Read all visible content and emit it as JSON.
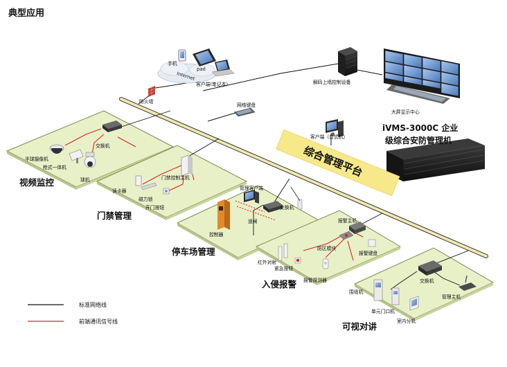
{
  "page": {
    "title": "典型应用"
  },
  "top": {
    "mobile_label": "手机",
    "pad_label": "pad",
    "internet_label": "Internet",
    "laptop_label": "客户端(笔记本)",
    "firewall_label": "防火墙",
    "decoder_label": "解码上墙控制设备",
    "wall_label": "大屏显示中心",
    "keyboard_label": "网络键盘",
    "desktop_label": "客户端（台式机）"
  },
  "platform": {
    "product_line1": "iVMS-3000C 企业",
    "product_line2": "级综合安防管理机",
    "banner": "综合管理平台"
  },
  "zones": {
    "video": {
      "name": "视频监控",
      "switch_label": "交换机",
      "dome_label": "半球摄像机",
      "bullet_label": "枪式一体机",
      "ball_label": "球机"
    },
    "door": {
      "name": "门禁管理",
      "controller_label": "门禁控制主机",
      "reader_label": "读卡器",
      "lock_label": "磁力锁",
      "button_label": "开门按钮"
    },
    "parking": {
      "name": "停车场管理",
      "client_label": "管理客户端",
      "switch_label": "交换机",
      "gate_label": "道闸",
      "controller_label": "控制器"
    },
    "intrusion": {
      "name": "入侵报警",
      "host_label": "报警主机",
      "module_label": "防区模块",
      "beam_label": "红外对射",
      "panic_label": "紧急按钮",
      "keyboard_label": "报警键盘",
      "detector_label": "报警探测器"
    },
    "intercom": {
      "name": "可视对讲",
      "switch_label": "交换机",
      "wall_unit_label": "围墙机",
      "door_unit_label": "单元门口机",
      "master_label": "管理主机",
      "indoor_label": "室内分机"
    }
  },
  "legend": {
    "network_label": "标准网络线",
    "signal_label": "前端通讯信号线",
    "network_color": "#111111",
    "signal_color": "#e02020"
  },
  "colors": {
    "platform_fill": "#e8f0c8",
    "platform_stroke": "#7a8a50",
    "banner_fill": "#f7e98a",
    "backbone": "#f0e8b0"
  }
}
